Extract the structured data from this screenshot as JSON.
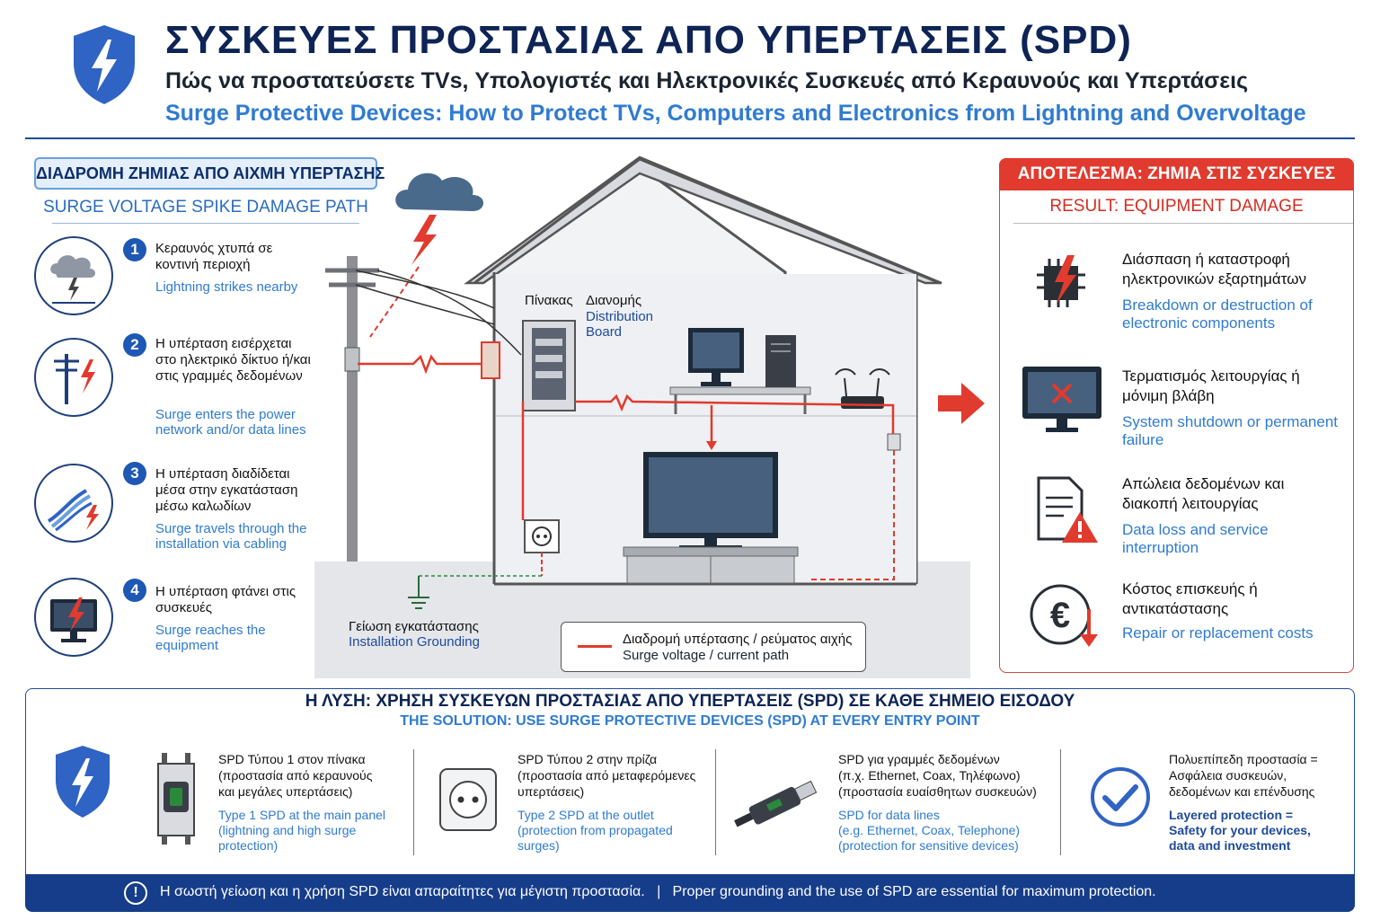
{
  "header": {
    "title": "ΣΥΣΚΕΥΕΣ ΠΡΟΣΤΑΣΙΑΣ ΑΠΟ ΥΠΕΡΤΑΣΕΙΣ (SPD)",
    "subtitle_gr": "Πώς να προστατεύσετε TVs, Υπολογιστές και Ηλεκτρονικές Συσκευές από Κεραυνούς και Υπερτάσεις",
    "subtitle_en": "Surge Protective Devices: How to Protect TVs, Computers and Electronics from Lightning and Overvoltage"
  },
  "damage_path": {
    "title_gr": "ΔΙΑΔΡΟΜΗ ΖΗΜΙΑΣ ΑΠΟ ΑΙΧΜΗ ΥΠΕΡΤΑΣΗΣ",
    "title_en": "SURGE VOLTAGE SPIKE DAMAGE PATH",
    "steps": [
      {
        "num": "1",
        "gr": "Κεραυνός χτυπά σε κοντινή περιοχή",
        "en": "Lightning strikes nearby",
        "icon": "lightning-cloud-icon"
      },
      {
        "num": "2",
        "gr": "Η υπέρταση εισέρχεται στο ηλεκτρικό δίκτυο ή/και στις γραμμές δεδομένων",
        "en": "Surge enters the power network and/or data lines",
        "icon": "power-pole-icon"
      },
      {
        "num": "3",
        "gr": "Η υπέρταση διαδίδεται μέσα στην εγκατάσταση μέσω καλωδίων",
        "en": "Surge travels through the installation via cabling",
        "icon": "cables-icon"
      },
      {
        "num": "4",
        "gr": "Η υπέρταση φτάνει στις συσκευές",
        "en": "Surge reaches the equipment",
        "icon": "damaged-monitor-icon"
      }
    ]
  },
  "house": {
    "board_gr_1": "Πίνακας",
    "board_gr_2": "Διανομής",
    "board_en_1": "Distribution",
    "board_en_2": "Board",
    "ground_gr": "Γείωση εγκατάστασης",
    "ground_en": "Installation Grounding",
    "legend_gr": "Διαδρομή υπέρτασης / ρεύματος αιχής",
    "legend_en": "Surge voltage / current path"
  },
  "result": {
    "title_gr": "ΑΠΟΤΕΛΕΣΜΑ: ΖΗΜΙΑ ΣΤΙΣ ΣΥΣΚΕΥΕΣ",
    "title_en": "RESULT: EQUIPMENT DAMAGE",
    "items": [
      {
        "gr": "Διάσπαση ή καταστροφή ηλεκτρονικών εξαρτημάτων",
        "en": "Breakdown or destruction of electronic components",
        "icon": "damaged-chip-icon"
      },
      {
        "gr": "Τερματισμός λειτουργίας ή μόνιμη βλάβη",
        "en": "System shutdown or permanent failure",
        "icon": "broken-monitor-icon"
      },
      {
        "gr": "Απώλεια δεδομένων και διακοπή λειτουργίας",
        "en": "Data loss and service interruption",
        "icon": "document-warning-icon"
      },
      {
        "gr": "Κόστος επισκευής ή αντικατάστασης",
        "en": "Repair or replacement costs",
        "icon": "euro-cost-icon"
      }
    ]
  },
  "solution": {
    "title_gr": "Η ΛΥΣΗ: ΧΡΗΣΗ ΣΥΣΚΕΥΩΝ ΠΡΟΣΤΑΣΙΑΣ ΑΠΟ ΥΠΕΡΤΑΣΕΙΣ (SPD) ΣΕ ΚΑΘΕ ΣΗΜΕΙΟ ΕΙΣΟΔΟΥ",
    "title_en": "THE SOLUTION: USE SURGE PROTECTIVE DEVICES (SPD) AT EVERY ENTRY POINT",
    "items": [
      {
        "gr_1": "SPD Τύπου 1 στον πίνακα",
        "gr_2": "(προστασία από κεραυνούς",
        "gr_3": "και μεγάλες υπερτάσεις)",
        "en_1": "Type 1 SPD at the main panel",
        "en_2": "(lightning and high surge",
        "en_3": "protection)",
        "icon": "din-rail-spd-icon"
      },
      {
        "gr_1": "SPD Τύπου 2 στην πρίζα",
        "gr_2": "(προστασία από μεταφερόμενες",
        "gr_3": "υπερτάσεις)",
        "en_1": "Type 2 SPD at the outlet",
        "en_2": "(protection from propagated",
        "en_3": "surges)",
        "icon": "outlet-icon"
      },
      {
        "gr_1": "SPD για γραμμές δεδομένων",
        "gr_2": "(π.χ. Ethernet, Coax, Τηλέφωνο)",
        "gr_3": "(προστασία ευαίσθητων συσκευών)",
        "en_1": "SPD for data lines",
        "en_2": "(e.g. Ethernet, Coax, Telephone)",
        "en_3": "(protection for sensitive devices)",
        "icon": "data-line-spd-icon"
      },
      {
        "gr_1": "Πολυεπίπεδη προστασία =",
        "gr_2": "Ασφάλεια συσκευών,",
        "gr_3": "δεδομένων και επένδυσης",
        "en_1": "Layered protection =",
        "en_2": "Safety for your devices,",
        "en_3": "data and investment",
        "icon": "checkmark-icon"
      }
    ]
  },
  "footer": {
    "text": "Η σωστή γείωση και η χρήση SPD είναι απαραίτητες για μέγιστη προστασία.   |   Proper grounding and the use of SPD are essential for maximum protection."
  },
  "colors": {
    "navy": "#0d2455",
    "accent_blue": "#2f7bd0",
    "surge_red": "#e13a2e",
    "shield_blue": "#2f63c4"
  }
}
